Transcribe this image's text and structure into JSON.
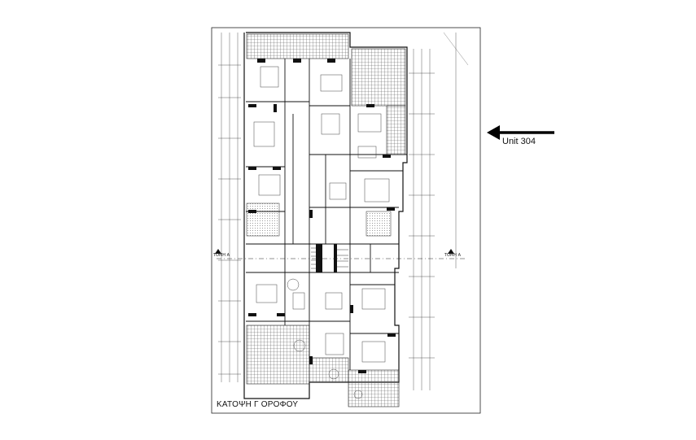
{
  "floor_plan": {
    "title": "ΚΑΤΟΨΗ Γ ΟΡΟΦΟΥ",
    "section_left": "ΤΟΜΗ Α",
    "section_right": "ΤΟΜΗ Α"
  },
  "annotation": {
    "unit_label": "Unit 304",
    "arrow_direction": "left",
    "arrow_icon": "arrow-left-icon"
  },
  "colors": {
    "lines": "#1a1a1a",
    "hatch": "#555555",
    "background": "#ffffff"
  }
}
